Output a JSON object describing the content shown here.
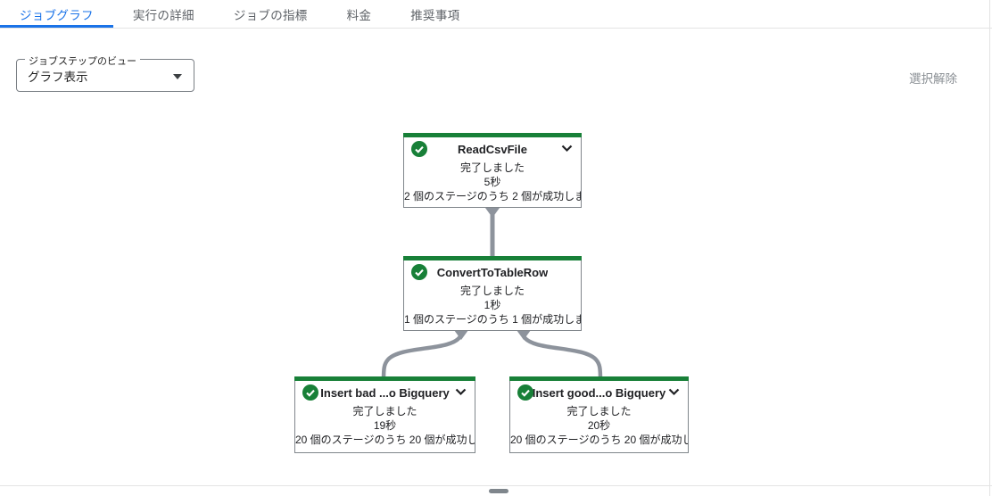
{
  "colors": {
    "green": "#188038",
    "blue": "#1a73e8",
    "edge": "#8d939c",
    "nodeBorder": "#80868b",
    "text": "#202124",
    "muted": "#5f6368",
    "divider": "#e3e3e3"
  },
  "tabs": {
    "items": [
      {
        "label": "ジョブグラフ",
        "active": true
      },
      {
        "label": "実行の詳細",
        "active": false
      },
      {
        "label": "ジョブの指標",
        "active": false
      },
      {
        "label": "料金",
        "active": false
      },
      {
        "label": "推奨事項",
        "active": false
      }
    ]
  },
  "toolbar": {
    "view_select": {
      "label": "ジョブステップのビュー",
      "value": "グラフ表示"
    },
    "deselect_label": "選択解除"
  },
  "icons": {
    "node_status": "check-circle (white check in green circle)",
    "node_expand": "chevron-down",
    "select_arrow": "triangle-down"
  },
  "graph": {
    "nodes": [
      {
        "title": "ReadCsvFile",
        "status": "完了しました",
        "duration": "5秒",
        "stages": "2 個のステージのうち 2 個が成功しま",
        "has_chevron": true
      },
      {
        "title": "ConvertToTableRow",
        "status": "完了しました",
        "duration": "1秒",
        "stages": "1 個のステージのうち 1 個が成功しま",
        "has_chevron": false
      },
      {
        "title": "Insert bad ...o Bigquery",
        "status": "完了しました",
        "duration": "19秒",
        "stages": "20 個のステージのうち 20 個が成功し",
        "has_chevron": true
      },
      {
        "title": "Insert good...o Bigquery",
        "status": "完了しました",
        "duration": "20秒",
        "stages": "20 個のステージのうち 20 個が成功し",
        "has_chevron": true
      }
    ]
  }
}
